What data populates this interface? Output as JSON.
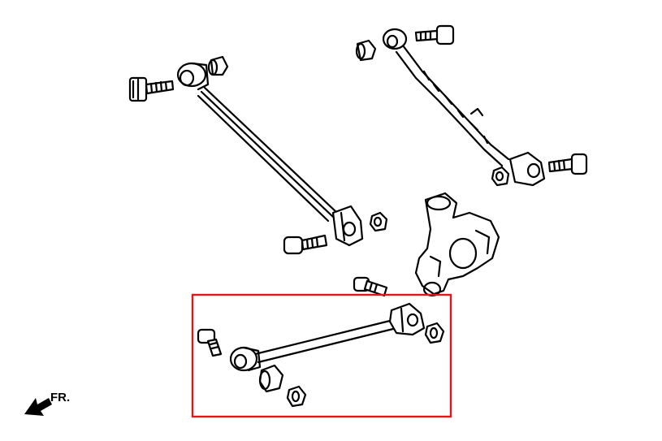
{
  "diagram": {
    "direction_label": "FR.",
    "highlight_color": "#e0181c",
    "ink_color": "#000000",
    "parts": [
      "upper-left-lateral-link",
      "upper-right-adjustable-link",
      "rear-knuckle",
      "lower-lateral-link"
    ],
    "highlighted_part": "lower-lateral-link"
  }
}
